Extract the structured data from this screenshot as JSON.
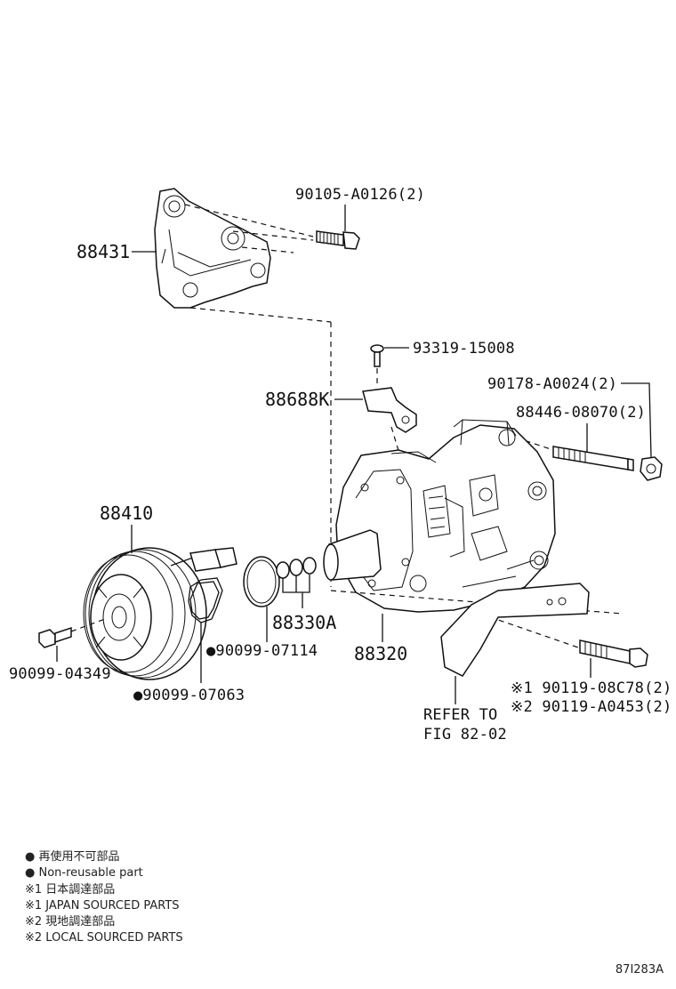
{
  "callouts": {
    "p90105": "90105-A0126(2)",
    "p88431": "88431",
    "p93319": "93319-15008",
    "p88688k": "88688K",
    "p90178": "90178-A0024(2)",
    "p88446": "88446-08070(2)",
    "p88410": "88410",
    "p88330a": "88330A",
    "p90099_07114": "●90099-07114",
    "p88320": "88320",
    "p90099_04349": "90099-04349",
    "p90099_07063": "●90099-07063",
    "p90119_08c78": "※1 90119-08C78(2)",
    "p90119_a0453": "※2 90119-A0453(2)",
    "refer_line1": "REFER TO",
    "refer_line2": "FIG 82-02"
  },
  "legend": {
    "line1": "● 再使用不可部品",
    "line2": "● Non-reusable part",
    "line3": "※1 日本調達部品",
    "line4": "※1 JAPAN SOURCED PARTS",
    "line5": "※2 現地調達部品",
    "line6": "※2 LOCAL SOURCED PARTS"
  },
  "figure_number": "87I283A"
}
